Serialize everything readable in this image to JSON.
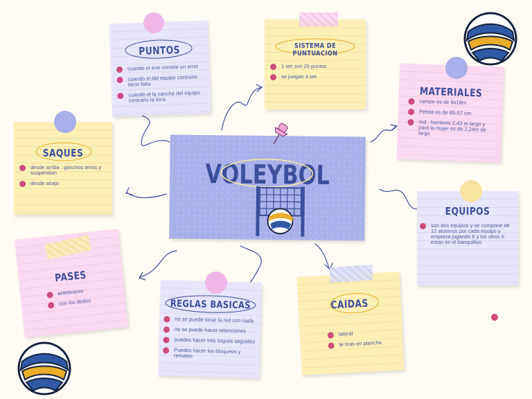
{
  "center": {
    "title": "VOLEYBOL"
  },
  "puntos": {
    "title": "PUNTOS",
    "items": [
      "cuando el ene comete un error",
      "cuando el del equipo contrario tiene falta",
      "cuando el la cancha del equipo contrario la toca"
    ]
  },
  "sistema": {
    "title": "SISTEMA DE PUNTUACION",
    "items": [
      "1 set son 25 puntos",
      "se juegan 3 set"
    ]
  },
  "materiales": {
    "title": "MATERIALES",
    "items": [
      "campo es de 9x18m",
      "Pelota es de 65-57 cm",
      "red : hombres 2,43 m largo y para la mujer es de 2,24m de largo"
    ]
  },
  "saques": {
    "title": "SAQUES",
    "items": [
      "desde arriba : ganchos temis y suspension",
      "desde abajo"
    ]
  },
  "equipos": {
    "title": "EQUIPOS",
    "items": [
      "son dos equipos y se compone de 12 alumnos por cada equipo y empieza jugando 6 y los otros 6 estan en el banquilloo"
    ]
  },
  "pases": {
    "title": "PASES",
    "items": [
      "antebrazos",
      "con los dedos"
    ]
  },
  "reglas": {
    "title": "REGLAS BASICAS",
    "items": [
      "no se puede tocar la red con nada",
      "no se puede hacer retenciones",
      "puedes hacer tres toques seguidos",
      "Puedes hacer los bloqueos y remates"
    ]
  },
  "caidas": {
    "title": "CAIDAS",
    "items": [
      "lateral",
      "te tiras en plancha"
    ]
  },
  "colors": {
    "lavender_note": "#e8e6fb",
    "yellow_note": "#fcf0b6",
    "pink_note": "#fbd9f1",
    "center_note": "#a9afe9",
    "bullet": "#cc4c7c",
    "title_ink": "#3d4f9a"
  }
}
